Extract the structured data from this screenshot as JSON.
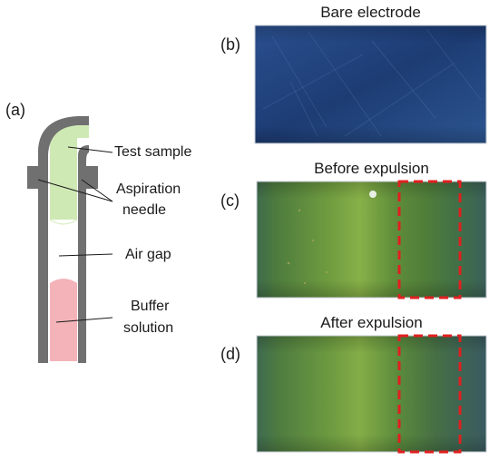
{
  "panels": {
    "a": {
      "tag": "(a)"
    },
    "b": {
      "tag": "(b)",
      "title": "Bare electrode"
    },
    "c": {
      "tag": "(c)",
      "title": "Before expulsion"
    },
    "d": {
      "tag": "(d)",
      "title": "After expulsion"
    }
  },
  "annotations": {
    "test_sample": "Test sample",
    "aspiration_needle_line1": "Aspiration",
    "aspiration_needle_line2": "needle",
    "air_gap": "Air gap",
    "buffer_line1": "Buffer",
    "buffer_line2": "solution"
  },
  "colors": {
    "needle_wall": "#707070",
    "test_sample": "#cfe9b4",
    "air_gap": "#ffffff",
    "buffer": "#f3b3b8",
    "bare_electrode": "#1f3f78",
    "green_electrode": "#5a8a3a",
    "highlight_box": "#e02020"
  }
}
